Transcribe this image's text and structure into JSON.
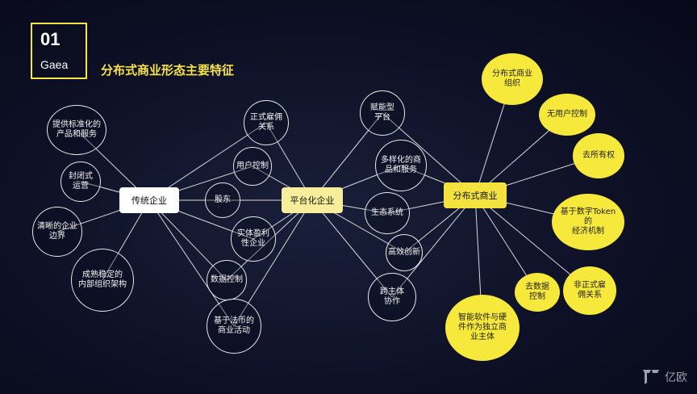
{
  "badge": {
    "number": "01",
    "label": "Gaea"
  },
  "title": "分布式商业形态主要特征",
  "hubs": {
    "traditional": "传统企业",
    "platform": "平台化企业",
    "distributed": "分布式商业"
  },
  "traditional_nodes": [
    "提供标准化的\n产品和服务",
    "封闭式\n运营",
    "清晰的企业\n边界",
    "成熟稳定的\n内部组织架构"
  ],
  "shared_nodes": [
    "正式雇佣\n关系",
    "用户控制",
    "股东",
    "实体盈利\n性企业",
    "数据控制",
    "基于法币的\n商业活动"
  ],
  "platform_nodes": [
    "赋能型\n平台",
    "多样化的商\n品和服务",
    "生态系统",
    "高效创新",
    "跨主体\n协作"
  ],
  "distributed_nodes": [
    "分布式商业\n组织",
    "无用户控制",
    "去所有权",
    "基于数字Token\n的\n经济机制",
    "非正式雇\n佣关系",
    "去数据\n控制",
    "智能软件与硬\n件作为独立商\n业主体"
  ],
  "watermark": "亿欧",
  "colors": {
    "accent": "#f7e93b",
    "background": "#0e1126",
    "line": "#d8d8d8"
  }
}
